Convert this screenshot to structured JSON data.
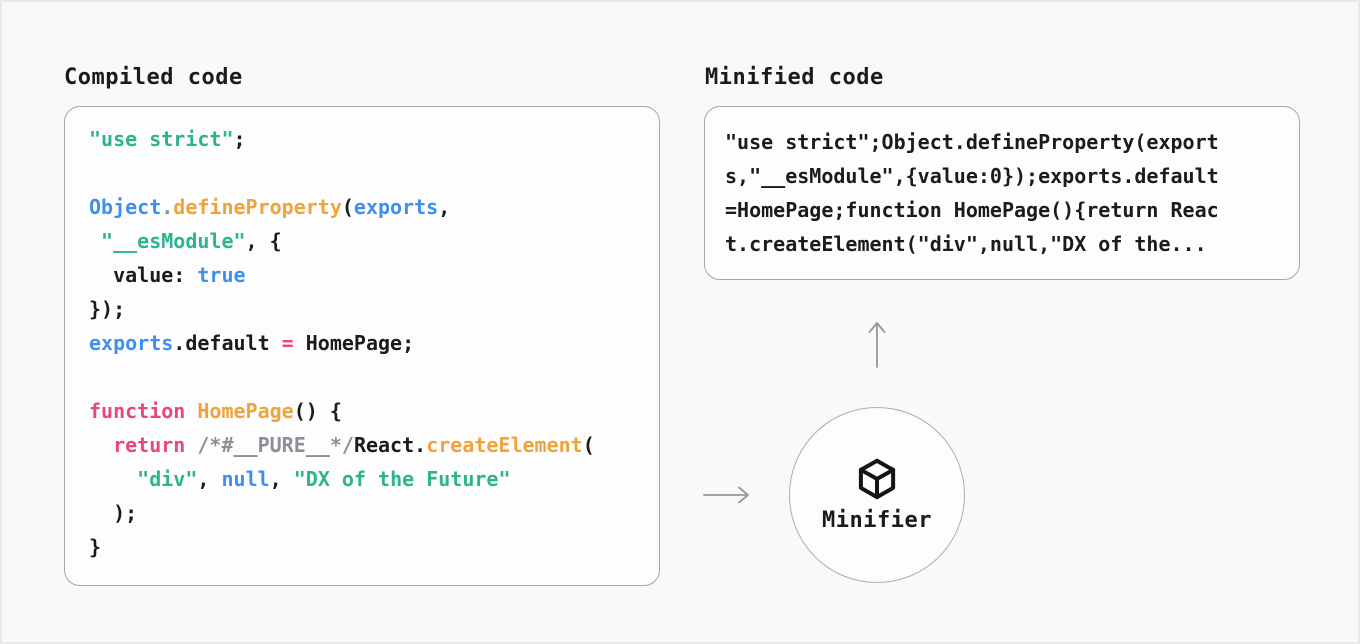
{
  "colors": {
    "plain": "#1A1B1E",
    "string": "#2AB490",
    "ident": "#3E8FF2",
    "fn": "#F1A33B",
    "keyword": "#EC4680",
    "comment": "#8A9097"
  },
  "ui": {
    "page_bg": "#F9F9FA",
    "page_border": "#E9E9EB",
    "box_bg": "#FDFDFE",
    "box_border": "#A6A6AB",
    "circle_border": "#AEAEB2",
    "arrow": "#97979C",
    "cube": "#141414"
  },
  "compiled": {
    "title": "Compiled code",
    "lines": [
      [
        [
          "string",
          "\"use strict\""
        ],
        [
          "plain",
          ";"
        ]
      ],
      [],
      [
        [
          "ident",
          "Object"
        ],
        [
          "comment",
          "."
        ],
        [
          "fn",
          "defineProperty"
        ],
        [
          "plain",
          "("
        ],
        [
          "ident",
          "exports"
        ],
        [
          "plain",
          ","
        ]
      ],
      [
        [
          "plain",
          " "
        ],
        [
          "string",
          "\"__esModule\""
        ],
        [
          "plain",
          ", {"
        ]
      ],
      [
        [
          "plain",
          "  value: "
        ],
        [
          "ident",
          "true"
        ]
      ],
      [
        [
          "plain",
          "});"
        ]
      ],
      [
        [
          "ident",
          "exports"
        ],
        [
          "plain",
          ".default "
        ],
        [
          "keyword",
          "="
        ],
        [
          "plain",
          " HomePage;"
        ]
      ],
      [],
      [
        [
          "keyword",
          "function"
        ],
        [
          "plain",
          " "
        ],
        [
          "fn",
          "HomePage"
        ],
        [
          "plain",
          "() {"
        ]
      ],
      [
        [
          "plain",
          "  "
        ],
        [
          "keyword",
          "return"
        ],
        [
          "plain",
          " "
        ],
        [
          "comment",
          "/*#__PURE__*/"
        ],
        [
          "plain",
          "React."
        ],
        [
          "fn",
          "createElement"
        ],
        [
          "plain",
          "("
        ]
      ],
      [
        [
          "plain",
          "    "
        ],
        [
          "string",
          "\"div\""
        ],
        [
          "plain",
          ", "
        ],
        [
          "ident",
          "null"
        ],
        [
          "plain",
          ", "
        ],
        [
          "string",
          "\"DX of the Future\""
        ]
      ],
      [
        [
          "plain",
          "  );"
        ]
      ],
      [
        [
          "plain",
          "}"
        ]
      ]
    ]
  },
  "minified": {
    "title": "Minified code",
    "code": "\"use strict\";Object.defineProperty(export\ns,\"__esModule\",{value:0});exports.default\n=HomePage;function HomePage(){return Reac\nt.createElement(\"div\",null,\"DX of the..."
  },
  "minifier": {
    "label": "Minifier"
  }
}
